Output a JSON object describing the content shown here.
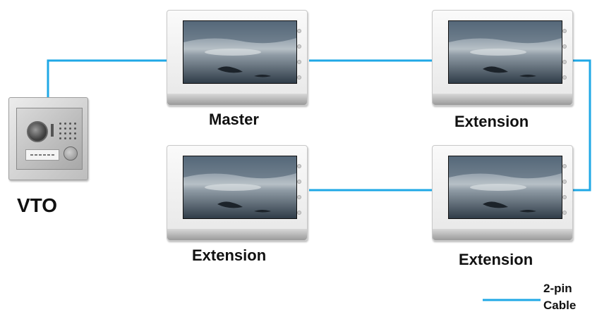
{
  "wire_color": "#1fa8e6",
  "vto": {
    "label": "VTO"
  },
  "monitors": [
    {
      "id": "master",
      "label": "Master"
    },
    {
      "id": "ext-top-right",
      "label": "Extension"
    },
    {
      "id": "ext-bottom-left",
      "label": "Extension"
    },
    {
      "id": "ext-bottom-right",
      "label": "Extension"
    }
  ],
  "legend": {
    "line1": "2-pin",
    "line2": "Cable"
  }
}
